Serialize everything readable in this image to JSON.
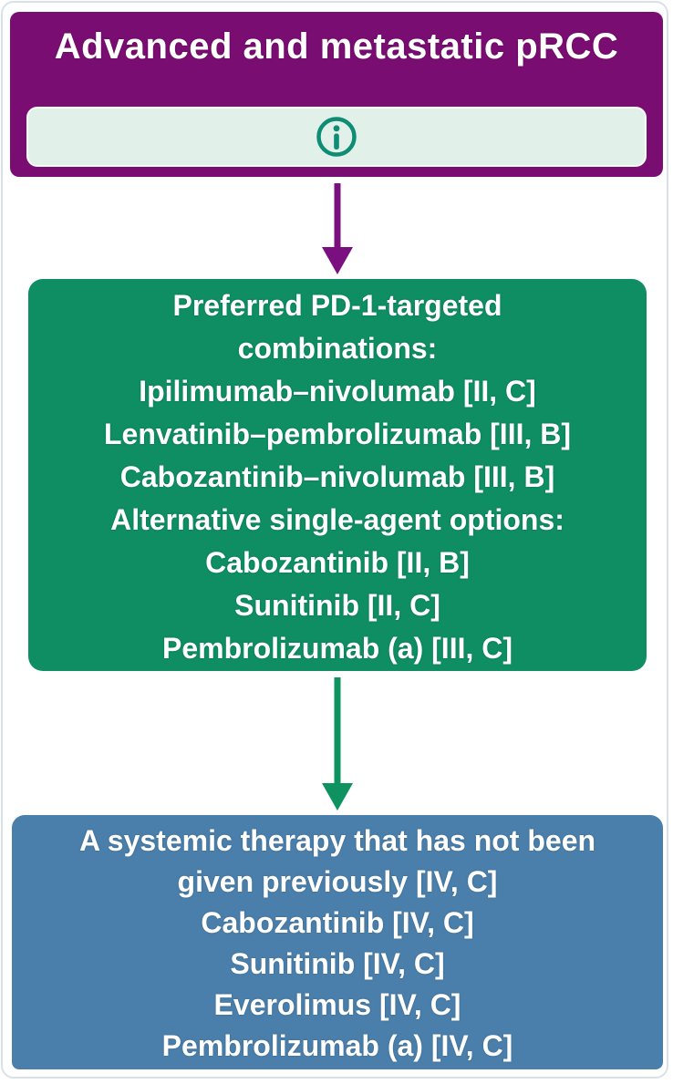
{
  "flowchart": {
    "title_box": {
      "title": "Advanced and metastatic pRCC"
    },
    "info_button": {
      "icon": "info-icon"
    },
    "treatment_box": {
      "lines": [
        "Preferred PD-1-targeted",
        "combinations:",
        "Ipilimumab–nivolumab [II, C]",
        "Lenvatinib–pembrolizumab [III, B]",
        "Cabozantinib–nivolumab [III, B]",
        "Alternative single-agent options:",
        "Cabozantinib [II, B]",
        "Sunitinib [II, C]",
        "Pembrolizumab (a) [III, C]"
      ]
    },
    "subsequent_box": {
      "lines": [
        "A systemic therapy that has not been",
        "given previously [IV, C]",
        "Cabozantinib [IV, C]",
        "Sunitinib [IV, C]",
        "Everolimus [IV, C]",
        "Pembrolizumab (a) [IV, C]"
      ]
    }
  },
  "colors": {
    "purple_box": "#7a0d72",
    "green_box": "#0e8e62",
    "blue_box": "#4a7fab",
    "info_strip_bg": "#e2f0ea",
    "info_icon_teal": "#0e8d74",
    "arrow_purple": "#7a1080",
    "arrow_green": "#0e925f",
    "text_white": "#ffffff"
  }
}
